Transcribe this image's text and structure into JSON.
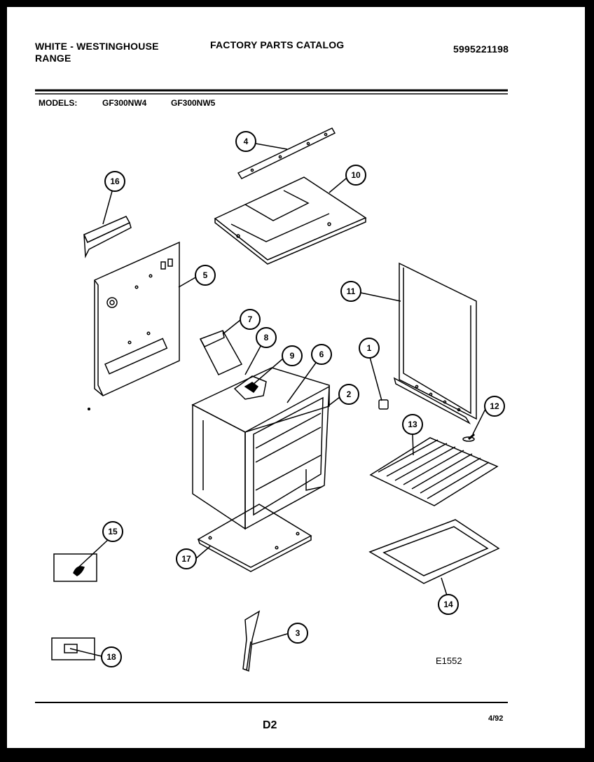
{
  "header": {
    "brand_line1": "WHITE - WESTINGHOUSE",
    "brand_line2": "RANGE",
    "catalog_title": "FACTORY PARTS CATALOG",
    "catalog_number": "5995221198"
  },
  "models": {
    "label": "MODELS:",
    "list": [
      "GF300NW4",
      "GF300NW5"
    ]
  },
  "diagram": {
    "drawing_id": "E1552",
    "callouts": [
      "1",
      "2",
      "3",
      "4",
      "5",
      "6",
      "7",
      "8",
      "9",
      "10",
      "11",
      "12",
      "13",
      "14",
      "15",
      "16",
      "17",
      "18"
    ]
  },
  "footer": {
    "page": "D2",
    "date": "4/92"
  }
}
